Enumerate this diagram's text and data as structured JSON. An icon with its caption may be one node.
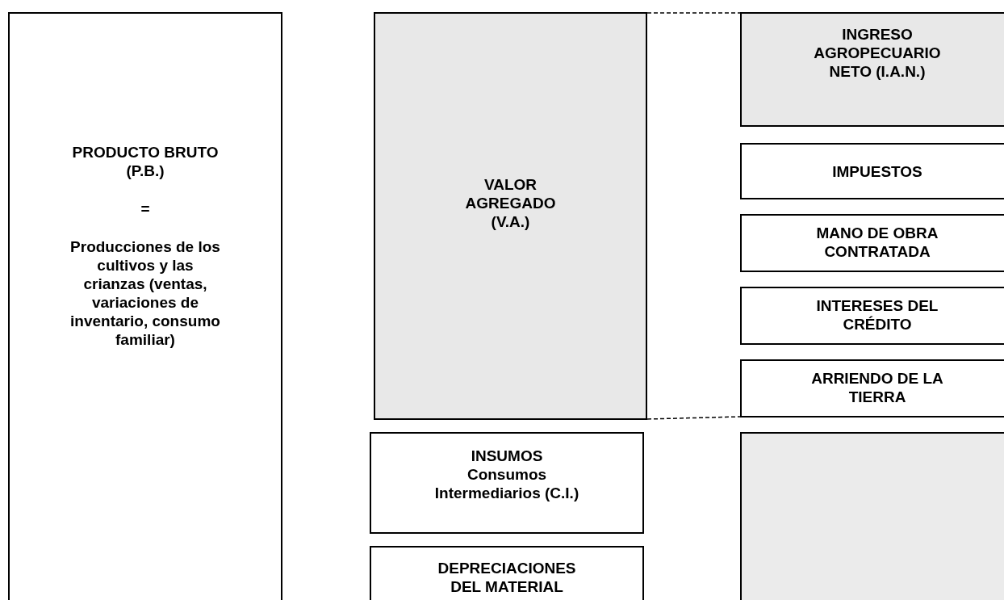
{
  "diagram": {
    "nodes": [
      {
        "text": [
          "PRODUCTO BRUTO (P.B.)",
          "=",
          "Producciones de los cultivos y las crianzas (ventas, variaciones de inventario, consumo familiar)"
        ]
      },
      {
        "text": [
          "VALOR AGREGADO (V.A.)"
        ]
      },
      {
        "text": [
          "INGRESO AGROPECUARIO NETO (I.A.N.)"
        ]
      },
      {
        "text": [
          "IMPUESTOS"
        ]
      },
      {
        "text": [
          "MANO DE OBRA CONTRATADA"
        ]
      },
      {
        "text": [
          "INTERESES DEL CRÉDITO"
        ]
      },
      {
        "text": [
          "ARRIENDO DE LA TIERRA"
        ]
      },
      {
        "text": [
          "INSUMOS",
          "Consumos Intermediarios (C.I.)"
        ]
      },
      {
        "text": [
          "DEPRECIACIONES DEL MATERIAL"
        ]
      },
      {
        "text": [],
        "shape": "box"
      }
    ],
    "edges": [
      {
        "from": 1,
        "to": 2,
        "arrow": "none",
        "style": "dashed"
      },
      {
        "from": 1,
        "to": 6,
        "arrow": "none",
        "style": "dashed"
      }
    ]
  }
}
